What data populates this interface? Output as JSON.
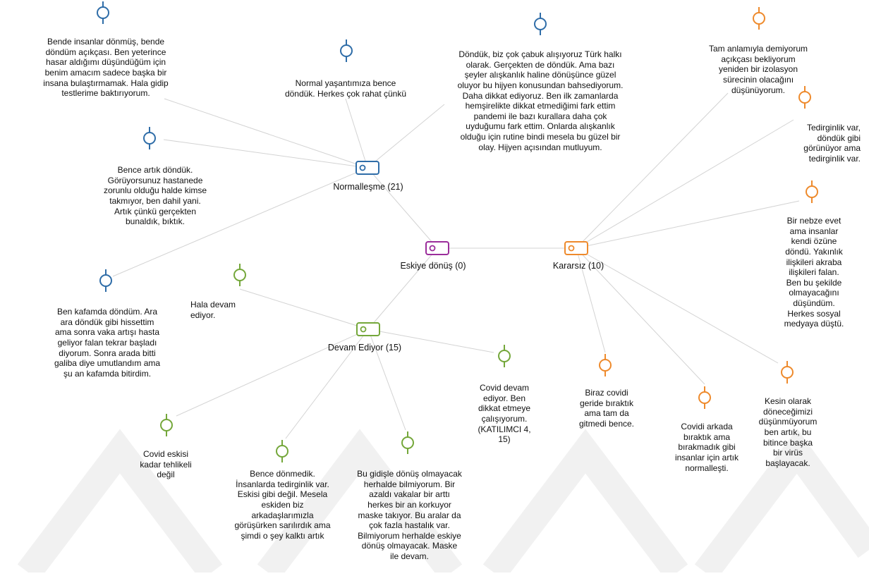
{
  "colors": {
    "normal": "#2f6da8",
    "neutral": "#9b2d9b",
    "undecided": "#ee8a2c",
    "continuing": "#74a73a",
    "link": "#d3d3d3",
    "watermark": "#f1f1f1"
  },
  "hubs": [
    {
      "id": "normal",
      "label": "Normalleşme (21)",
      "color": "normal",
      "icon": "tag-icon"
    },
    {
      "id": "eskiye",
      "label": "Eskiye dönüş (0)",
      "color": "neutral",
      "icon": "tag-icon"
    },
    {
      "id": "kararsiz",
      "label": "Kararsız (10)",
      "color": "undecided",
      "icon": "tag-icon"
    },
    {
      "id": "devam",
      "label": "Devam Ediyor (15)",
      "color": "continuing",
      "icon": "tag-icon"
    }
  ],
  "quotes": [
    {
      "hub": "normal",
      "text": "Bende insanlar dönmüş, bende\ndöndüm açıkçası. Ben yeterince\nhasar aldığımı düşündüğüm için\nbenim amacım sadece başka bir\ninsana bulaştırmamak. Hala gidip\ntestlerime baktırıyorum."
    },
    {
      "hub": "normal",
      "text": "Normal yaşantımıza bence\ndöndük. Herkes çok rahat çünkü"
    },
    {
      "hub": "normal",
      "text": "Döndük, biz çok çabuk alışıyoruz Türk halkı\nolarak. Gerçekten de döndük. Ama bazı\nşeyler alışkanlık haline dönüşünce güzel\noluyor bu hijyen konusundan bahsediyorum.\nDaha dikkat ediyoruz. Ben ilk zamanlarda\nhemşirelikte dikkat etmediğimi fark ettim\npandemi ile bazı kurallara daha çok\nuyduğumu fark ettim. Onlarda alışkanlık\nolduğu için rutine bindi mesela bu güzel bir\nolay. Hijyen açısından mutluyum."
    },
    {
      "hub": "normal",
      "text": "Bence artık döndük.\nGörüyorsunuz hastanede\nzorunlu olduğu halde kimse\ntakmıyor, ben dahil yani.\nArtık çünkü gerçekten\nbunaldık, bıktık."
    },
    {
      "hub": "normal",
      "text": "Ben kafamda döndüm. Ara\nara döndük gibi hissettim\nama sonra vaka artışı hasta\ngeliyor falan tekrar başladı\ndiyorum. Sonra arada bitti\ngaliba diye umutlandım ama\nşu an kafamda bitirdim."
    },
    {
      "hub": "kararsiz",
      "text": "Tam anlamıyla demiyorum\naçıkçası bekliyorum\nyeniden bir izolasyon\nsürecinin olacağını\ndüşünüyorum."
    },
    {
      "hub": "kararsiz",
      "text": "Tedirginlik var,\ndöndük gibi\ngörünüyor ama\ntedirginlik var."
    },
    {
      "hub": "kararsiz",
      "text": "Bir nebze evet\nama insanlar\nkendi özüne\ndöndü. Yakınlık\nilişkileri akraba\nilişkileri falan.\nBen bu şekilde\nolmayacağını\ndüşündüm.\nHerkes sosyal\nmedyaya düştü."
    },
    {
      "hub": "kararsiz",
      "text": "Biraz covidi\ngeride bıraktık\nama tam da\ngitmedi bence."
    },
    {
      "hub": "kararsiz",
      "text": "Covidi arkada\nbıraktık ama\nbırakmadık gibi\ninsanlar için artık\nnormalleşti."
    },
    {
      "hub": "kararsiz",
      "text": "Kesin olarak\ndöneceğimizi\ndüşünmüyorum\nben artık, bu\nbitince başka\nbir virüs\nbaşlayacak."
    },
    {
      "hub": "devam",
      "text": "Hala devam\nediyor."
    },
    {
      "hub": "devam",
      "text": "Covid devam\nediyor. Ben\ndikkat etmeye\nçalışıyorum.\n(KATILIMCI 4,\n15)"
    },
    {
      "hub": "devam",
      "text": "Covid eskisi\nkadar tehlikeli\ndeğil"
    },
    {
      "hub": "devam",
      "text": "Bence dönmedik.\nİnsanlarda tedirginlik var.\nEskisi gibi değil. Mesela\neskiden biz\narkadaşlarımızla\ngörüşürken sarılırdık ama\nşimdi o şey kalktı artık"
    },
    {
      "hub": "devam",
      "text": "Bu gidişle dönüş olmayacak\nherhalde bilmiyorum. Bir\nazaldı vakalar bir arttı\nherkes bir an korkuyor\nmaske takıyor. Bu aralar da\nçok fazla hastalık var.\nBilmiyorum herhalde eskiye\ndönüş olmayacak. Maske\nile devam."
    }
  ]
}
